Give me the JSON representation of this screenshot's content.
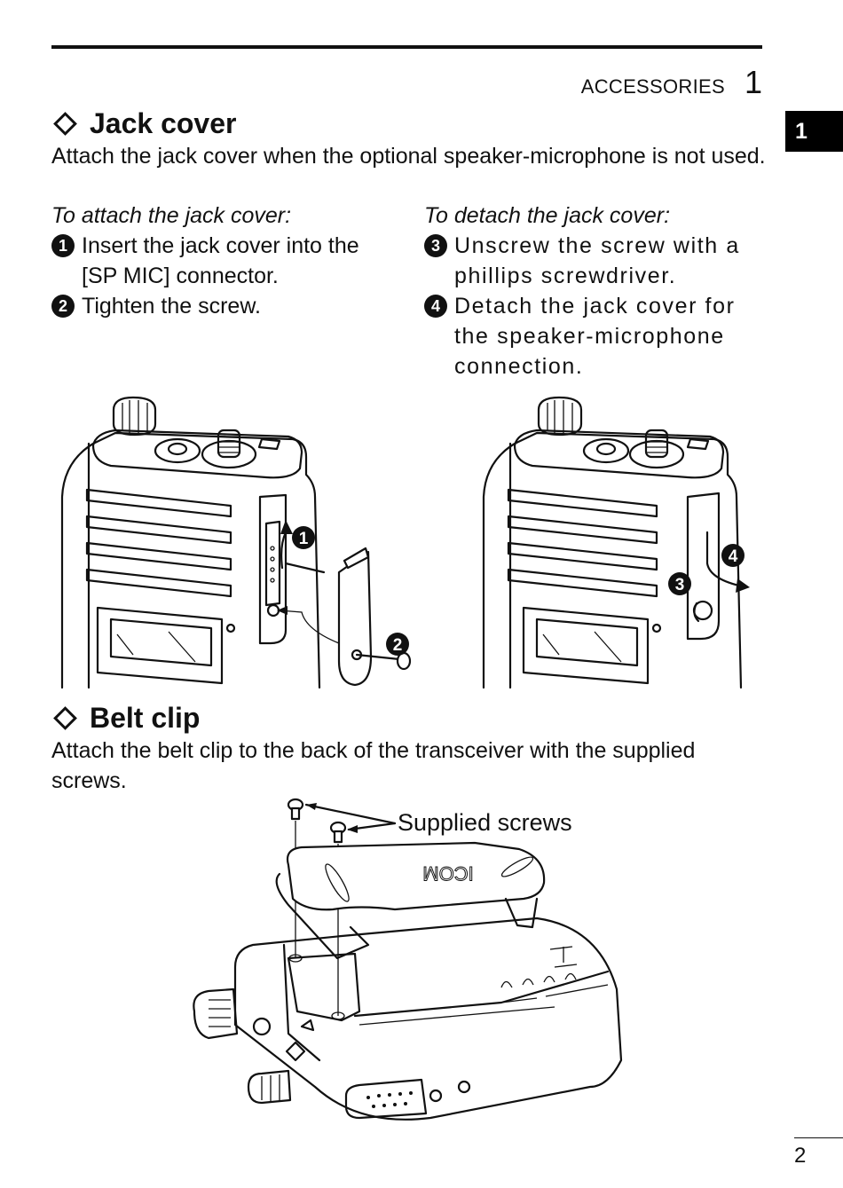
{
  "header": {
    "section_title": "ACCESSORIES",
    "chapter_number": "1",
    "side_tab": "1"
  },
  "jack_cover": {
    "heading": "Jack cover",
    "intro": "Attach the jack cover when the optional speaker-microphone is not used.",
    "attach": {
      "subheading": "To attach the jack cover:",
      "steps": [
        {
          "badge": "1",
          "text": "Insert the jack cover into the [SP MIC] connector."
        },
        {
          "badge": "2",
          "text": "Tighten the screw."
        }
      ]
    },
    "detach": {
      "subheading": "To detach the jack cover:",
      "steps": [
        {
          "badge": "3",
          "text": "Unscrew the screw with a phillips screwdriver."
        },
        {
          "badge": "4",
          "text": "Detach the jack cover for the speaker-microphone connection."
        }
      ]
    },
    "figure_callouts": {
      "attach": [
        "1",
        "2"
      ],
      "detach": [
        "3",
        "4"
      ]
    }
  },
  "belt_clip": {
    "heading": "Belt clip",
    "intro": "Attach the belt clip to the back of the transceiver with the supplied screws.",
    "figure_label": "Supplied screws",
    "clip_logo": "ICOM"
  },
  "footer": {
    "page_number": "2"
  }
}
